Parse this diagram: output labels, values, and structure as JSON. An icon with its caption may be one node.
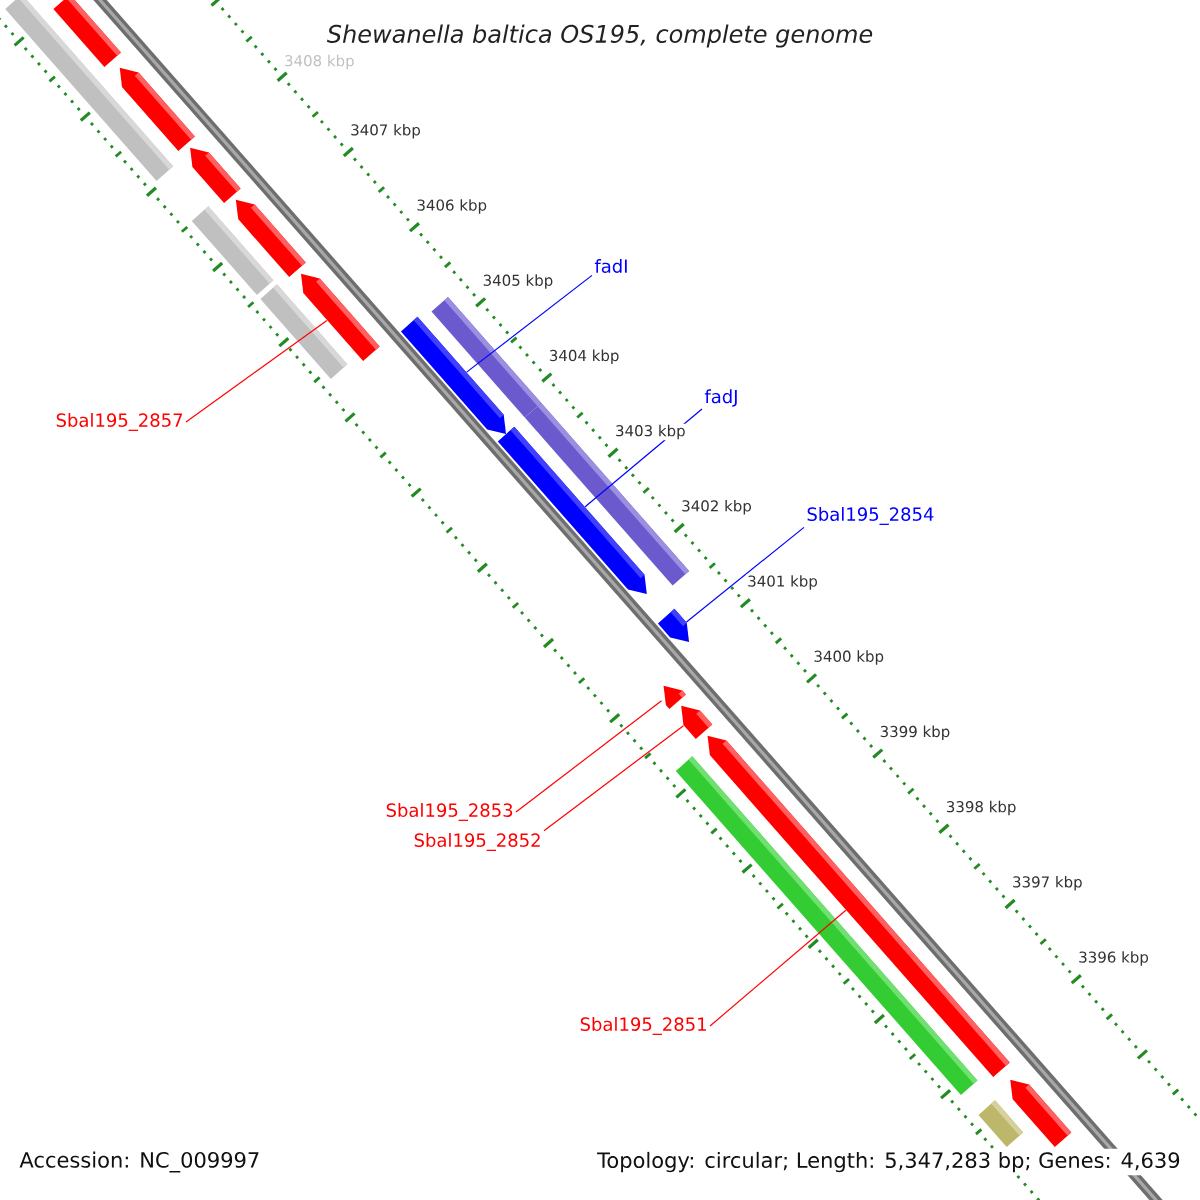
{
  "diagram": {
    "title": "Shewanella baltica OS195, complete genome",
    "nodes": [
      {
        "text": [
          "fadI"
        ]
      },
      {
        "text": [
          "fadJ"
        ]
      },
      {
        "text": [
          "Sbal195_2854"
        ]
      },
      {
        "text": [
          "Sbal195_2857"
        ]
      },
      {
        "text": [
          "Sbal195_2853"
        ]
      },
      {
        "text": [
          "Sbal195_2852"
        ]
      },
      {
        "text": [
          "Sbal195_2851"
        ]
      },
      {
        "text": [],
        "shape": "arrow"
      },
      {
        "text": [],
        "shape": "arrow"
      },
      {
        "text": [],
        "shape": "arrow"
      },
      {
        "text": [],
        "shape": "arrow"
      },
      {
        "text": [],
        "shape": "arrow"
      },
      {
        "text": [],
        "shape": "arrow"
      },
      {
        "text": [],
        "shape": "arrow"
      },
      {
        "text": [],
        "shape": "bar"
      },
      {
        "text": [],
        "shape": "arrow"
      },
      {
        "text": [],
        "shape": "arrow"
      },
      {
        "text": [],
        "shape": "arrow"
      },
      {
        "text": [],
        "shape": "bar"
      },
      {
        "text": [],
        "shape": "bar"
      },
      {
        "text": [],
        "shape": "bar"
      },
      {
        "text": [],
        "shape": "bar"
      },
      {
        "text": [],
        "shape": "bar"
      },
      {
        "text": [],
        "shape": "bar"
      },
      {
        "text": [],
        "shape": "arrow"
      },
      {
        "text": [],
        "shape": "bar"
      }
    ],
    "edges": [
      {
        "from": 0,
        "to": 7,
        "arrow": "none",
        "color": "#0000ff"
      },
      {
        "from": 1,
        "to": 8,
        "arrow": "none",
        "color": "#0000ff"
      },
      {
        "from": 2,
        "to": 9,
        "arrow": "none",
        "color": "#0000ff"
      },
      {
        "from": 3,
        "to": 10,
        "arrow": "none"
      },
      {
        "from": 4,
        "to": 11,
        "arrow": "none"
      },
      {
        "from": 5,
        "to": 12,
        "arrow": "none"
      },
      {
        "from": 6,
        "to": 13,
        "arrow": "none"
      }
    ],
    "labels": [
      "3408 kbp",
      "3407 kbp",
      "3406 kbp",
      "3405 kbp",
      "3404 kbp",
      "3403 kbp",
      "3402 kbp",
      "3401 kbp",
      "3400 kbp",
      "3399 kbp",
      "3398 kbp",
      "3397 kbp",
      "3396 kbp",
      "Accession: NC_009997",
      "Topology: circular; Length: 5,347,283 bp; Genes: 4,639"
    ]
  }
}
